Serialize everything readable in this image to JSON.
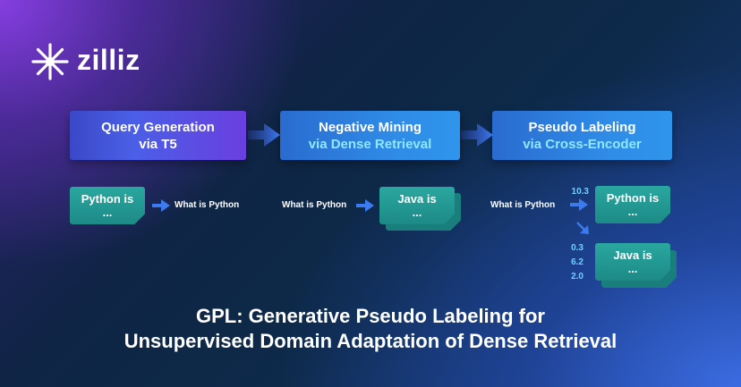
{
  "brand": {
    "name": "zilliz"
  },
  "stages": [
    {
      "line1": "Query Generation",
      "line2": "via T5"
    },
    {
      "line1": "Negative Mining",
      "line2": "via Dense Retrieval"
    },
    {
      "line1": "Pseudo Labeling",
      "line2": "via Cross-Encoder"
    }
  ],
  "cards": {
    "python_1": {
      "line1": "Python is",
      "line2": "..."
    },
    "java_1": {
      "line1": "Java is",
      "line2": "..."
    },
    "python_2": {
      "line1": "Python is",
      "line2": "..."
    },
    "java_2": {
      "line1": "Java is",
      "line2": "..."
    }
  },
  "labels": {
    "query_1": "What is Python",
    "query_2": "What is Python",
    "query_3": "What is Python"
  },
  "scores": {
    "positive": "10.3",
    "negatives": [
      "0.3",
      "6.2",
      "2.0"
    ]
  },
  "title": {
    "line1": "GPL: Generative Pseudo Labeling for",
    "line2": "Unsupervised Domain Adaptation of Dense Retrieval"
  },
  "colors": {
    "accent_cyan": "#8fe8ff",
    "card_teal": "#2aa7a0",
    "score_blue": "#6fd1ff"
  }
}
